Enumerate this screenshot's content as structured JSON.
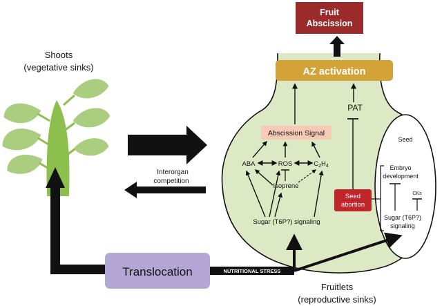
{
  "fruit_abscission": {
    "line1": "Fruit",
    "line2": "Abscission"
  },
  "az_activation": "AZ activation",
  "shoots": {
    "line1": "Shoots",
    "line2": "(vegetative sinks)"
  },
  "interorgan": {
    "line1": "Interorgan",
    "line2": "competition"
  },
  "pat": "PAT",
  "abscission_signal": "Abscission Signal",
  "aba": "ABA",
  "ros": "ROS",
  "c2h4": {
    "base": "C",
    "sub1": "2",
    "mid": "H",
    "sub2": "4"
  },
  "isoprene": "Isoprene",
  "sugar_signaling": "Sugar (T6P?) signaling",
  "seed": "Seed",
  "embryo": {
    "line1": "Embryo",
    "line2": "development"
  },
  "cks": "CKs",
  "seed_sugar": {
    "line1": "Sugar (T6P?)",
    "line2": "signaling"
  },
  "seed_abortion": {
    "line1": "Seed",
    "line2": "abortion"
  },
  "translocation": "Translocation",
  "nutritional_stress": "NUTRITIONAL STRESS",
  "fruitlets": {
    "line1": "Fruitlets",
    "line2": "(reproductive sinks)"
  },
  "colors": {
    "fruit_box": "#9b2a2a",
    "az_bar": "#d4a338",
    "fruit_fill": "#dde8c4",
    "signal_box": "#f6cbb6",
    "seed_abortion_box": "#c0272d",
    "translocation_box": "#b4a7d6",
    "plant_green": "#8cbf4e",
    "leaf_green": "#aacd80"
  }
}
